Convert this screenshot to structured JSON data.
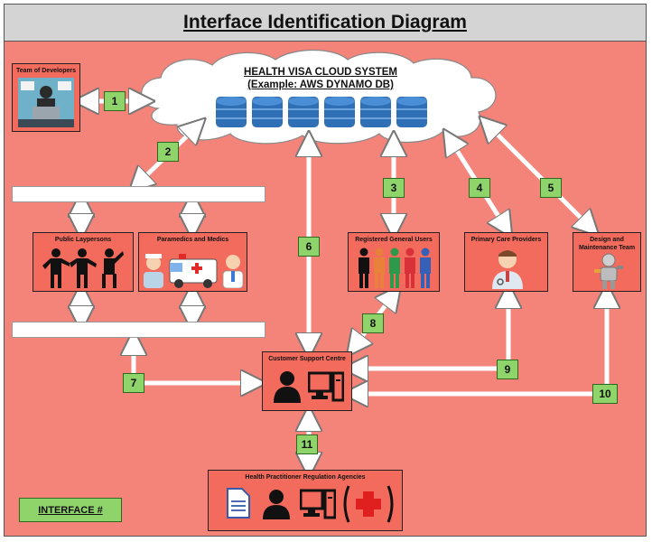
{
  "title": "Interface Identification Diagram",
  "cloud": {
    "line1": "HEALTH VISA CLOUD SYSTEM",
    "line2": "(Example: AWS DYNAMO DB)"
  },
  "boxes": {
    "developers": "Team of Developers",
    "public": "Public Laypersons",
    "paramedics": "Paramedics and Medics",
    "registered": "Registered General Users",
    "primary": "Primary Care Providers",
    "design": "Design and Maintenance Team",
    "support": "Customer Support Centre",
    "regulation": "Health Practitioner Regulation Agencies"
  },
  "interfaces": [
    "1",
    "2",
    "3",
    "4",
    "5",
    "6",
    "7",
    "8",
    "9",
    "10",
    "11"
  ],
  "legend": "INTERFACE #",
  "colors": {
    "background": "#f4847a",
    "box": "#f26b5c",
    "number_badge": "#8fd36b",
    "database": "#2f6fb5"
  }
}
